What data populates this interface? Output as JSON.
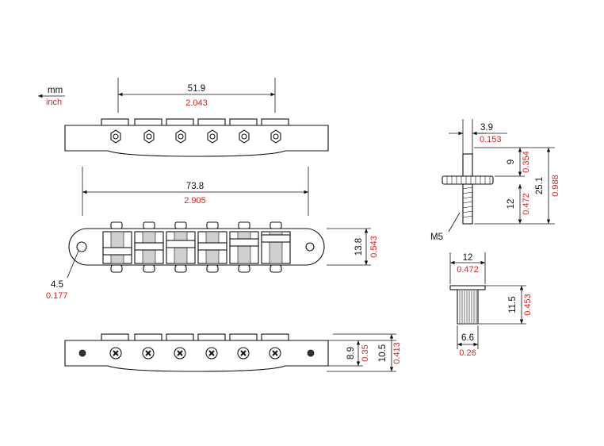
{
  "legend": {
    "metric_unit": "mm",
    "imperial_unit": "inch"
  },
  "colors": {
    "metric": "#111111",
    "imperial": "#e02020"
  },
  "dimensions": {
    "saddle_span": {
      "mm": "51.9",
      "inch": "2.043"
    },
    "post_spacing": {
      "mm": "73.8",
      "inch": "2.905"
    },
    "bridge_height": {
      "mm": "13.8",
      "inch": "0.543"
    },
    "post_hole": {
      "mm": "4.5",
      "inch": "0.177"
    },
    "base_height": {
      "mm": "8.9",
      "inch": "0.35"
    },
    "overall_height": {
      "mm": "10.5",
      "inch": "0.413"
    },
    "stud_diameter": {
      "mm": "3.9",
      "inch": "0.153"
    },
    "stud_upper": {
      "mm": "9",
      "inch": "0.354"
    },
    "stud_lower": {
      "mm": "12",
      "inch": "0.472"
    },
    "stud_total": {
      "mm": "25.1",
      "inch": "0.988"
    },
    "stud_thread": {
      "label": "M5"
    },
    "anchor_head": {
      "mm": "12",
      "inch": "0.472"
    },
    "anchor_height": {
      "mm": "11.5",
      "inch": "0.453"
    },
    "anchor_diameter": {
      "mm": "6.6",
      "inch": "0.26"
    }
  }
}
